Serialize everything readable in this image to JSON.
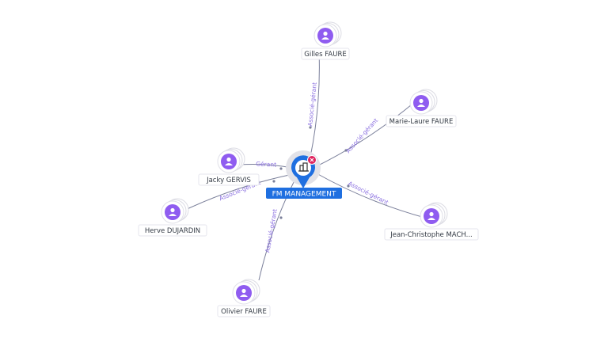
{
  "company": {
    "name": "FM MANAGEMENT",
    "icon": "building-icon",
    "badge_icon": "close-icon",
    "color": "#1f6fe0"
  },
  "people": [
    {
      "id": "gilles",
      "name": "Gilles FAURE",
      "relation": "Associé-gérant"
    },
    {
      "id": "marie",
      "name": "Marie-Laure FAURE",
      "relation": "Associé-gérant"
    },
    {
      "id": "jacky",
      "name": "Jacky GERVIS",
      "relation": "Gérant"
    },
    {
      "id": "herve",
      "name": "Herve DUJARDIN",
      "relation": "Associé-gérant"
    },
    {
      "id": "jean",
      "name": "Jean-Christophe MACH...",
      "relation": "Associé-gérant"
    },
    {
      "id": "olivier",
      "name": "Olivier FAURE",
      "relation": "Associé-gérant"
    }
  ],
  "colors": {
    "person_avatar": "#8f5cf0",
    "edge_label": "#8a6fe0",
    "badge": "#e0245e"
  }
}
